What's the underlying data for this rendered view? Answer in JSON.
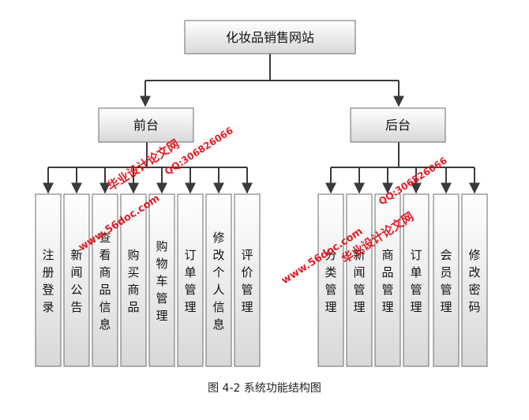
{
  "root": {
    "label": "化妆品销售网站"
  },
  "front": {
    "label": "前台",
    "children": [
      "注册登录",
      "新闻公告",
      "查看商品信息",
      "购买商品",
      "购物车管理",
      "订单管理",
      "修改个人信息",
      "评价管理"
    ]
  },
  "back": {
    "label": "后台",
    "children": [
      "分类管理",
      "新闻管理",
      "商品管理",
      "订单管理",
      "会员管理",
      "修改密码"
    ]
  },
  "caption": "图 4-2 系统功能结构图",
  "watermarks": [
    "华业设计论文网",
    "www.56doc.com",
    "QQ:306826066",
    "www.56doc.com",
    "华业设计论文网",
    "QQ:306826066"
  ],
  "colors": {
    "box_top": "#ffffff",
    "box_bottom": "#d6d6d6",
    "watermark": "#e3111b"
  }
}
